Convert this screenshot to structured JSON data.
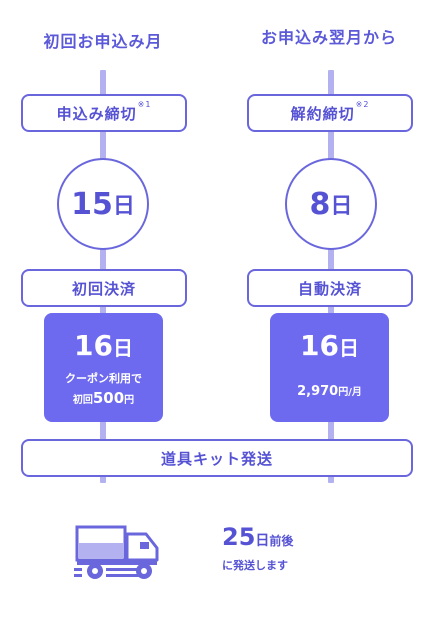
{
  "columns": {
    "left": {
      "title": "初回お申込み月",
      "deadline": {
        "label": "申込み締切",
        "note": "※1"
      },
      "deadline_day": {
        "number": "15",
        "unit": "日"
      },
      "payment_label": "初回決済",
      "card": {
        "day_number": "16",
        "day_unit": "日",
        "coupon_text": "クーポン利用で",
        "price_prefix": "初回",
        "price_value": "500",
        "price_unit": "円"
      }
    },
    "right": {
      "title": "お申込み翌月から",
      "deadline": {
        "label": "解約締切",
        "note": "※2"
      },
      "deadline_day": {
        "number": "8",
        "unit": "日"
      },
      "payment_label": "自動決済",
      "card": {
        "day_number": "16",
        "day_unit": "日",
        "price_value": "2,970",
        "price_unit": "円/月"
      }
    }
  },
  "shipping": {
    "label": "道具キット発送",
    "date_number": "25",
    "date_unit": "日",
    "date_suffix": "前後",
    "note": "に発送します"
  },
  "icons": {
    "truck": "truck-icon"
  },
  "colors": {
    "accent": "#6e6af0",
    "line": "#b4b1f1",
    "text": "#5552d4"
  }
}
